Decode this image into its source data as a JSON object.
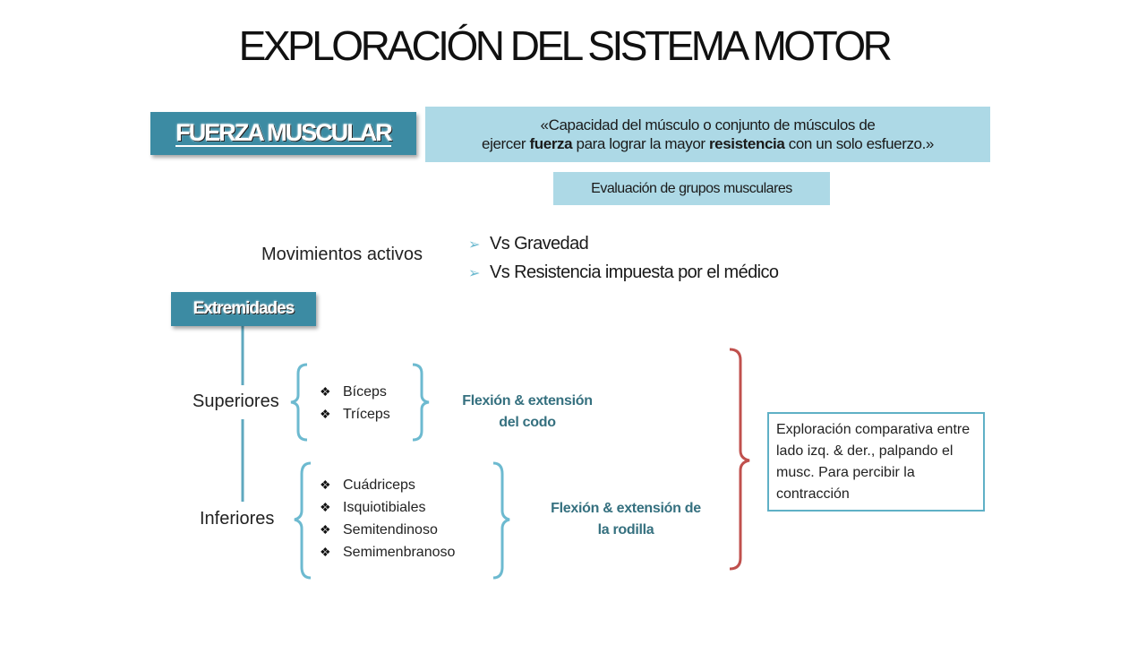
{
  "slide": {
    "title": "EXPLORACIÓN DEL SISTEMA MOTOR",
    "badge_main": "FUERZA MUSCULAR",
    "definition": {
      "line1": "«Capacidad del músculo o conjunto de músculos de",
      "line2_pre": "ejercer ",
      "line2_bold1": "fuerza",
      "line2_mid": " para lograr la mayor ",
      "line2_bold2": "resistencia",
      "line2_post": " con un solo esfuerzo.»"
    },
    "evaluation": "Evaluación de grupos musculares",
    "movements": {
      "label": "Movimientos activos",
      "items": [
        "Vs Gravedad",
        "Vs Resistencia impuesta por el médico"
      ]
    },
    "badge_ext": "Extremidades",
    "superiores": {
      "label": "Superiores",
      "muscles": [
        "Bíceps",
        "Tríceps"
      ],
      "action_line1": "Flexión & extensión",
      "action_line2": "del codo"
    },
    "inferiores": {
      "label": "Inferiores",
      "muscles": [
        "Cuádriceps",
        "Isquiotibiales",
        "Semitendinoso",
        "Semimenbranoso"
      ],
      "action_line1": "Flexión & extensión de",
      "action_line2": "la rodilla"
    },
    "note": "Exploración comparativa entre lado izq. & der., palpando el musc. Para percibir la contracción"
  },
  "colors": {
    "badge": "#3c8ba3",
    "box_fill": "#add9e6",
    "brace_blue": "#6dbad0",
    "brace_red": "#c0504d",
    "action_text": "#35707f"
  }
}
